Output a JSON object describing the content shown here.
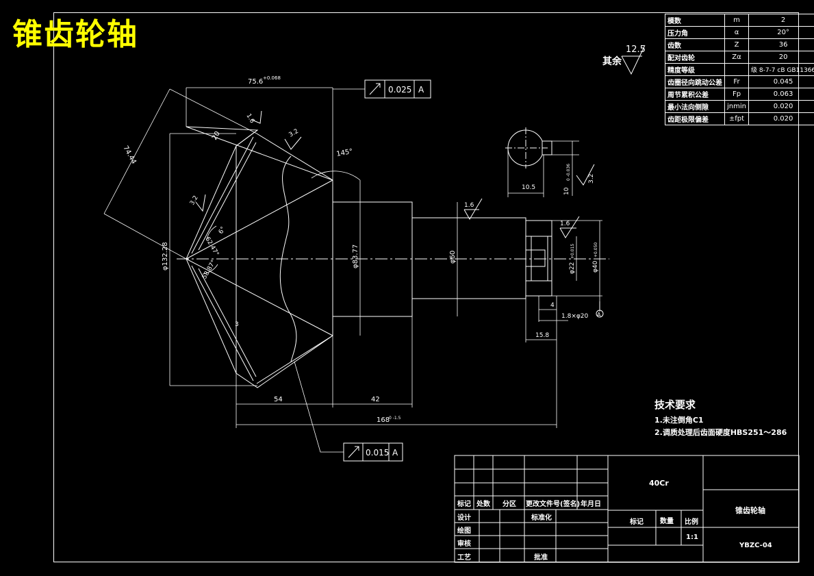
{
  "drawing_title": "锥齿轮轴",
  "surface_finish_note": {
    "label": "其余",
    "value": "12.5"
  },
  "gear_parameters": [
    {
      "name": "模数",
      "symbol": "m",
      "value": "2"
    },
    {
      "name": "压力角",
      "symbol": "α",
      "value": "20°"
    },
    {
      "name": "齿数",
      "symbol": "Z",
      "value": "36"
    },
    {
      "name": "配对齿轮",
      "symbol": "Zα",
      "value": "20"
    },
    {
      "name": "精度等级",
      "symbol": "",
      "value": "级 8-7-7 cB GB11366"
    },
    {
      "name": "齿圈径向跳动公差",
      "symbol": "Fr",
      "value": "0.045"
    },
    {
      "name": "周节累积公差",
      "symbol": "Fp",
      "value": "0.063"
    },
    {
      "name": "最小法向侧隙",
      "symbol": "jnmin",
      "value": "0.020"
    },
    {
      "name": "齿距极限偏差",
      "symbol": "±fpt",
      "value": "0.020"
    }
  ],
  "tolerance_frames": [
    {
      "value": "0.025",
      "datum": "A"
    },
    {
      "value": "0.015",
      "datum": "A"
    }
  ],
  "dimensions": {
    "top_length": "75.6",
    "top_length_tol": "+0.068",
    "slant_length": "74.44",
    "tooth_width": "20",
    "dia_main": "φ132.28",
    "dia_shaft1": "φ83.77",
    "dia_shaft2": "φ60",
    "dia_end1": "φ22",
    "dia_end1_tol": "+0.015",
    "dia_end2": "φ40",
    "dia_end2_tol": "+0.050",
    "len_54": "54",
    "len_42": "42",
    "len_total": "168",
    "len_total_tol": "0 -1.5",
    "len_15_8": "15.8",
    "len_4": "4",
    "groove": "1.8×φ20",
    "small_3": "3",
    "angle_145": "145°",
    "angle_6": "6°",
    "angle_62": "62.47°",
    "angle_58": "58.87°",
    "key_width": "10.5",
    "key_depth": "10",
    "key_depth_tol": "0 -0.036",
    "rough_16": "1.6",
    "rough_32": "3.2",
    "datum_label": "A"
  },
  "tech_requirements": {
    "heading": "技术要求",
    "items": [
      "1.未注倒角C1",
      "2.调质处理后齿面硬度HBS251～286"
    ]
  },
  "title_block": {
    "material": "40Cr",
    "part_name": "锥齿轮轴",
    "drawing_no": "YBZC-04",
    "scale_label": "比例",
    "scale_value": "1:1",
    "mark_label": "标记",
    "qty_label": "数量",
    "rev_headers": [
      "标记",
      "处数",
      "分区",
      "更改文件号(签名)",
      "年月日"
    ],
    "roles": [
      "设计",
      "绘图",
      "审核",
      "工艺"
    ],
    "standardize": "标准化",
    "approve": "批准"
  }
}
